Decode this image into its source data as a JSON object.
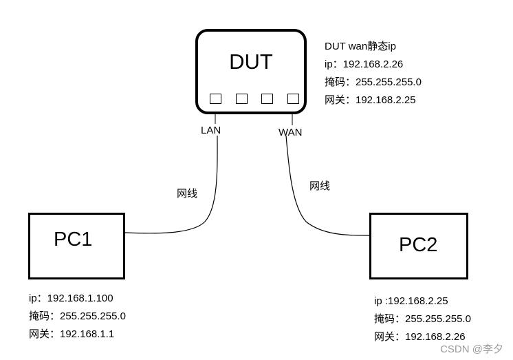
{
  "dut": {
    "title": "DUT",
    "ports": 4,
    "lan_label": "LAN",
    "wan_label": "WAN",
    "info": [
      "DUT wan静态ip",
      "ip：192.168.2.26",
      "掩码：255.255.255.0",
      "网关：192.168.2.25"
    ]
  },
  "pc1": {
    "title": "PC1",
    "info": [
      "ip：192.168.1.100",
      "掩码：255.255.255.0",
      "网关：192.168.1.1"
    ]
  },
  "pc2": {
    "title": "PC2",
    "info": [
      "ip :192.168.2.25",
      "掩码：255.255.255.0",
      "网关：192.168.2.26"
    ]
  },
  "cables": {
    "left_label": "网线",
    "right_label": "网线"
  },
  "watermark": "CSDN @李夕"
}
